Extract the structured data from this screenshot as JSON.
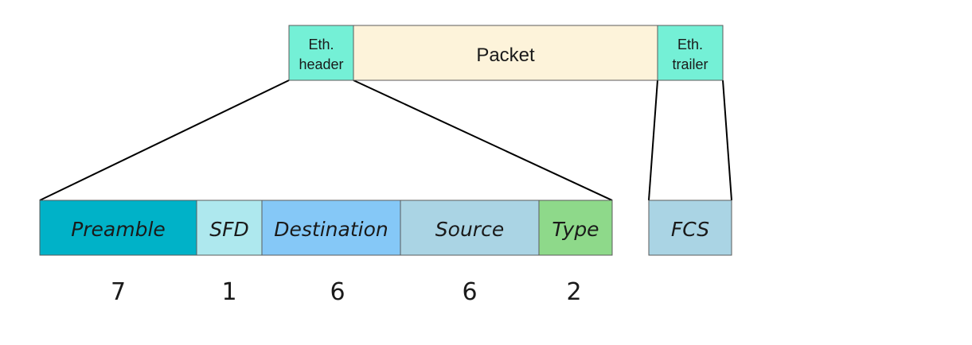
{
  "top_row": {
    "eth_header": {
      "line1": "Eth.",
      "line2": "header",
      "color": "#74f0d6"
    },
    "packet": {
      "label": "Packet",
      "color": "#fdf3da"
    },
    "eth_trailer": {
      "line1": "Eth.",
      "line2": "trailer",
      "color": "#74f0d6"
    }
  },
  "header_fields": [
    {
      "label": "Preamble",
      "size": "7",
      "color": "#00b2c8"
    },
    {
      "label": "SFD",
      "size": "1",
      "color": "#aee8ee"
    },
    {
      "label": "Destination",
      "size": "6",
      "color": "#85c8f7"
    },
    {
      "label": "Source",
      "size": "6",
      "color": "#aad4e4"
    },
    {
      "label": "Type",
      "size": "2",
      "color": "#8ed98a"
    }
  ],
  "trailer_fields": [
    {
      "label": "FCS",
      "color": "#aad4e4"
    }
  ],
  "colors": {
    "border": "#5b5b5b",
    "line": "#000000"
  }
}
